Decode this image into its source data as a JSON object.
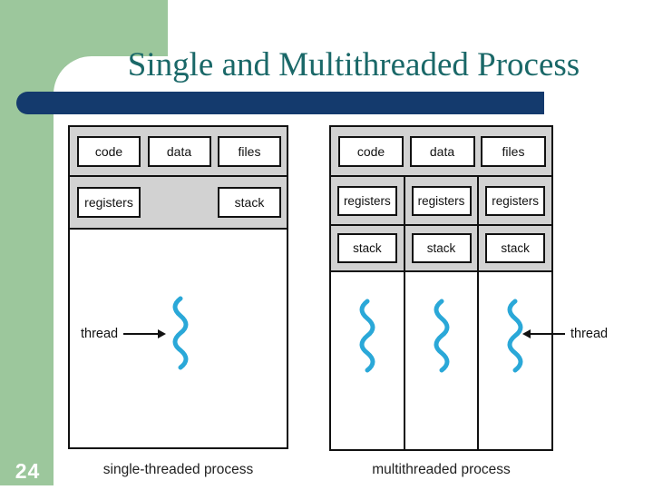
{
  "slide": {
    "title": "Single and Multithreaded Process",
    "page_number": "24",
    "colors": {
      "background_green": "#9cc79c",
      "navy_bar": "#143a6d",
      "title_teal": "#1a6868",
      "panel_gray": "#d2d2d2",
      "thread_blue": "#2aa8d8"
    }
  },
  "diagrams": {
    "single": {
      "caption": "single-threaded process",
      "top_row": [
        "code",
        "data",
        "files"
      ],
      "middle_row": [
        "registers",
        "stack"
      ],
      "thread_label": "thread"
    },
    "multi": {
      "caption": "multithreaded process",
      "top_row": [
        "code",
        "data",
        "files"
      ],
      "registers_row": [
        "registers",
        "registers",
        "registers"
      ],
      "stack_row": [
        "stack",
        "stack",
        "stack"
      ],
      "thread_label": "thread"
    }
  }
}
